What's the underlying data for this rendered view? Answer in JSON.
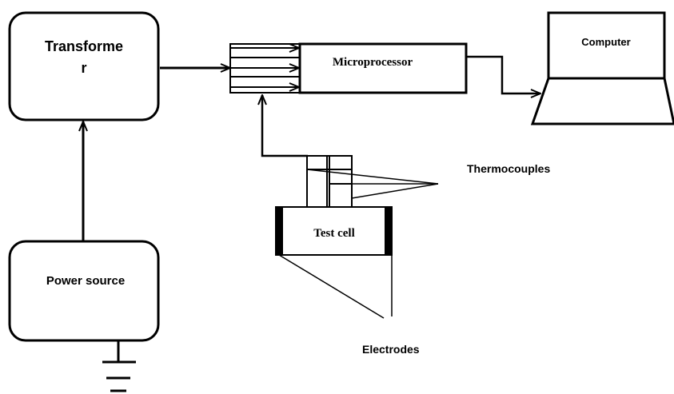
{
  "diagram": {
    "transformer": {
      "line1": "Transforme",
      "line2": "r"
    },
    "power_source": {
      "label": "Power source"
    },
    "microprocessor": {
      "label": "Microprocessor"
    },
    "computer": {
      "label": "Computer"
    },
    "test_cell": {
      "label": "Test cell"
    },
    "thermocouples": {
      "label": "Thermocouples"
    },
    "electrodes": {
      "label": "Electrodes"
    },
    "colors": {
      "stroke": "#000000",
      "background": "#ffffff"
    }
  }
}
